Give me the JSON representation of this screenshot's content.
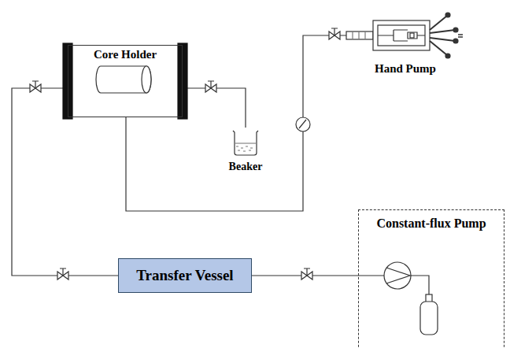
{
  "diagram": {
    "nodes": [
      {
        "text": [
          "Core Holder"
        ]
      },
      {
        "text": [
          "Beaker"
        ]
      },
      {
        "text": [
          "Hand Pump"
        ]
      },
      {
        "text": [
          "Transfer Vessel"
        ]
      },
      {
        "text": [
          "Constant-flux Pump"
        ]
      }
    ],
    "edges": [
      {
        "from": 0,
        "to": 1,
        "arrow": "none"
      },
      {
        "from": 0,
        "to": 2,
        "arrow": "none"
      },
      {
        "from": 0,
        "to": 3,
        "arrow": "none"
      },
      {
        "from": 3,
        "to": 4,
        "arrow": "none"
      }
    ]
  }
}
